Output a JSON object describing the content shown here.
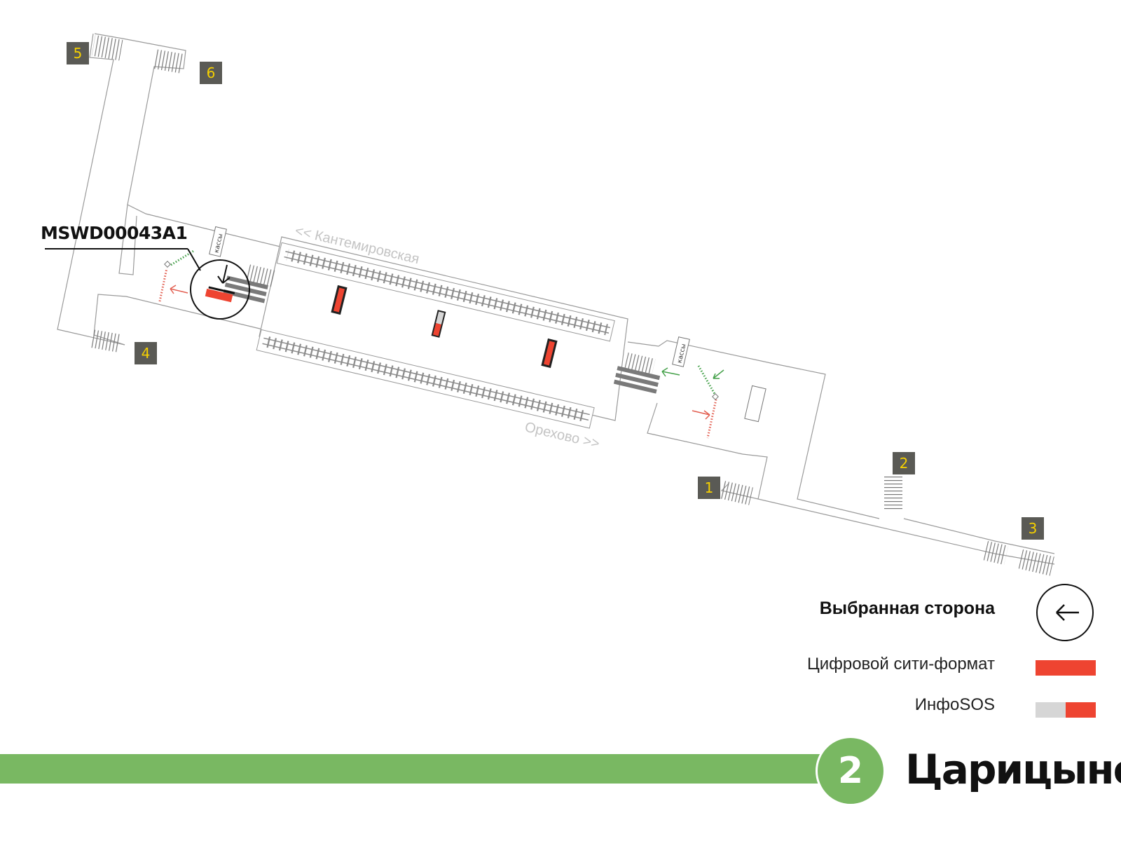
{
  "map": {
    "ad_id": "MSWD00043A1",
    "direction_top": "<< Кантемировская",
    "direction_bottom": "Орехово >>",
    "ticket_office_label": "кассы",
    "exits": [
      {
        "number": "5"
      },
      {
        "number": "6"
      },
      {
        "number": "4"
      },
      {
        "number": "1"
      },
      {
        "number": "2"
      },
      {
        "number": "3"
      }
    ],
    "colors": {
      "digital_city_format": "#ee4431",
      "infosos_grey": "#d6d6d6",
      "line_green": "#79b862",
      "exit_badge_bg": "#5a5a55",
      "exit_badge_text": "#f5d000"
    }
  },
  "legend": {
    "selected_side": "Выбранная сторона",
    "digital_city_format": "Цифровой сити-формат",
    "infosos": "ИнфоSOS",
    "selected_side_icon": "left-arrow-in-circle-icon"
  },
  "station": {
    "line_number": "2",
    "name": "Царицыно"
  }
}
